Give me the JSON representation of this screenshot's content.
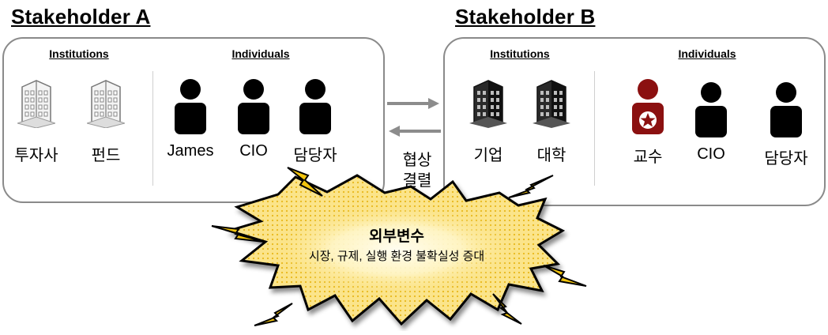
{
  "stakeholder_a": {
    "title": "Stakeholder A",
    "institutions_header": "Institutions",
    "individuals_header": "Individuals",
    "institutions": [
      "투자사",
      "펀드"
    ],
    "individuals": [
      "James",
      "CIO",
      "담당자"
    ]
  },
  "stakeholder_b": {
    "title": "Stakeholder B",
    "institutions_header": "Institutions",
    "individuals_header": "Individuals",
    "institutions": [
      "기업",
      "대학"
    ],
    "individuals": [
      "교수",
      "CIO",
      "담당자"
    ]
  },
  "negotiation": {
    "line1": "협상",
    "line2": "결렬"
  },
  "burst": {
    "title": "외부변수",
    "subtitle": "시장, 규제, 실행 환경 불확실성 증대"
  },
  "colors": {
    "burst_fill": "#fbe48a",
    "lightning": "#f1c40f",
    "professor": "#8b1010",
    "border": "#8a8a8a"
  }
}
